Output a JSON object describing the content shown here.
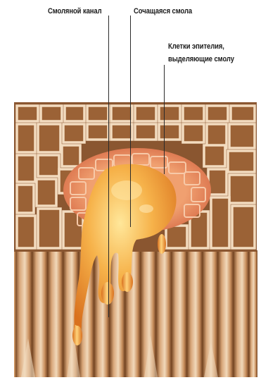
{
  "labels": {
    "resin_canal": "Смоляной канал",
    "oozing_resin": "Сочащаяся смола",
    "epithelium_line1": "Клетки эпителия,",
    "epithelium_line2": "выделяющие смолу"
  },
  "colors": {
    "wood_light": "#e9c9a5",
    "wood_mid": "#c8905e",
    "wood_dark": "#7a4a25",
    "epithelium": "#e58a5a",
    "resin": "#f2a23a",
    "resin_highlight": "#ffe08a",
    "leader_line": "#2a2a2a"
  }
}
